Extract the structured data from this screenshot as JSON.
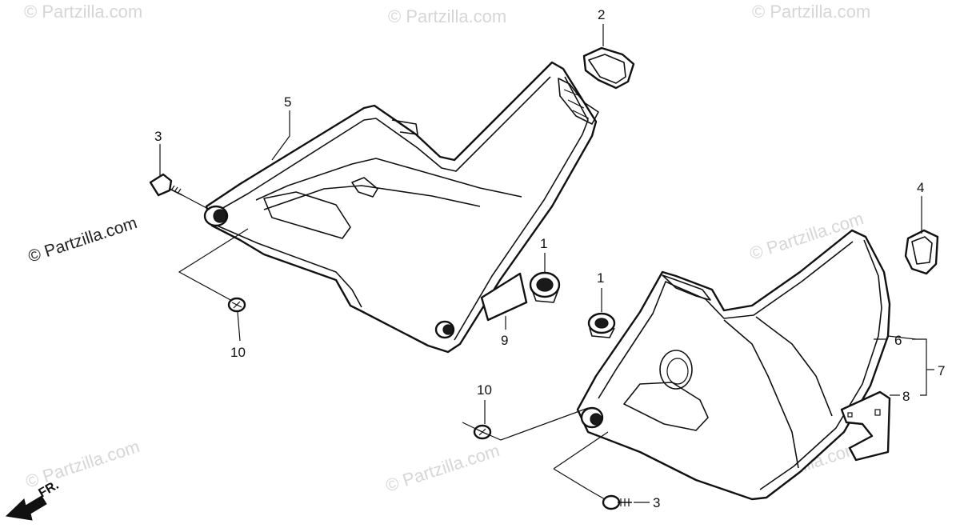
{
  "watermarks": {
    "copyright": "© Partzilla.com",
    "short": "© Partzilla.com"
  },
  "direction_arrow": {
    "label": "FR."
  },
  "callouts": {
    "c1a": "1",
    "c1b": "1",
    "c2": "2",
    "c3a": "3",
    "c3b": "3",
    "c4": "4",
    "c5": "5",
    "c6": "6",
    "c7": "7",
    "c8": "8",
    "c9": "9",
    "c10a": "10",
    "c10b": "10"
  },
  "colors": {
    "line": "#111111",
    "background": "#ffffff",
    "watermark": "#d6d6d6"
  }
}
